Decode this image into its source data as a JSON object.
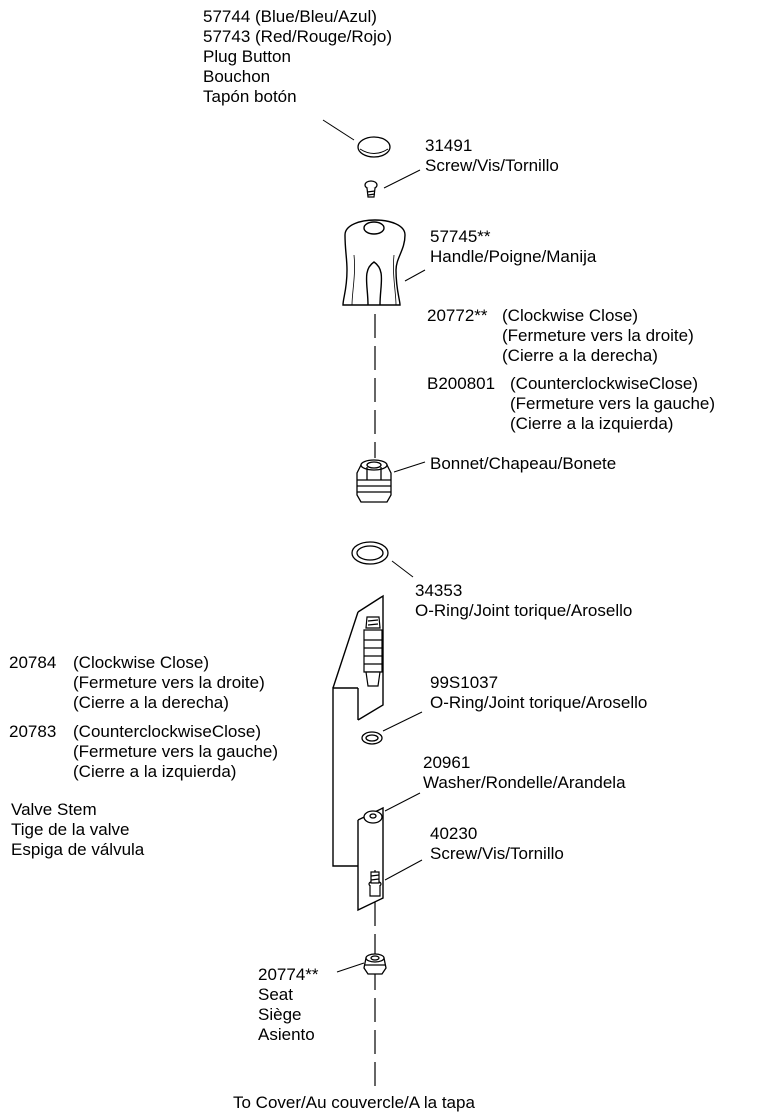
{
  "parts": {
    "plug_button": {
      "pn1": "57744",
      "pn1_text": "(Blue/Bleu/Azul)",
      "pn2": "57743",
      "pn2_text": "(Red/Rouge/Rojo)",
      "lines": [
        "Plug Button",
        "Bouchon",
        "Tapón botón"
      ]
    },
    "screw_top": {
      "pn": "31491",
      "desc": "Screw/Vis/Tornillo"
    },
    "handle": {
      "pn": "57745**",
      "desc": "Handle/Poigne/Manija"
    },
    "bonnet": {
      "pn1": "20772**",
      "pn1_lines": [
        "(Clockwise Close)",
        "(Fermeture vers la droite)",
        "(Cierre a la derecha)"
      ],
      "pn2": "B200801",
      "pn2_lines": [
        "(CounterclockwiseClose)",
        "(Fermeture vers la gauche)",
        "(Cierre a la izquierda)"
      ],
      "desc": "Bonnet/Chapeau/Bonete"
    },
    "oring_large": {
      "pn": "34353",
      "desc": "O-Ring/Joint torique/Arosello"
    },
    "valve_stem": {
      "pn1": "20784",
      "pn1_lines": [
        "(Clockwise Close)",
        "(Fermeture vers la droite)",
        "(Cierre a la derecha)"
      ],
      "pn2": "20783",
      "pn2_lines": [
        "(CounterclockwiseClose)",
        "(Fermeture vers la gauche)",
        "(Cierre a la izquierda)"
      ],
      "lines": [
        "Valve Stem",
        "Tige de la valve",
        "Espiga de válvula"
      ]
    },
    "oring_small": {
      "pn": "99S1037",
      "desc": "O-Ring/Joint torique/Arosello"
    },
    "washer": {
      "pn": "20961",
      "desc": "Washer/Rondelle/Arandela"
    },
    "screw_bottom": {
      "pn": "40230",
      "desc": "Screw/Vis/Tornillo"
    },
    "seat": {
      "pn": "20774**",
      "lines": [
        "Seat",
        "Siège",
        "Asiento"
      ]
    },
    "footer": "To Cover/Au couvercle/A la tapa"
  }
}
